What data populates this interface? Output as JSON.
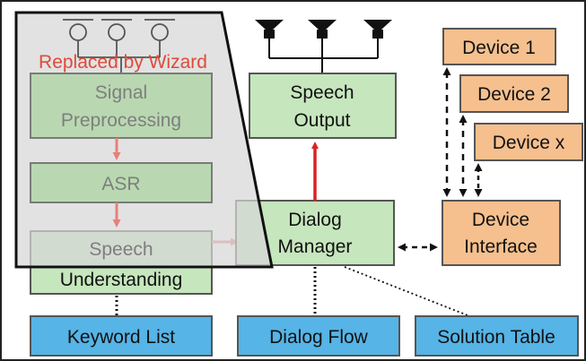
{
  "overlay_label": "Replaced by Wizard",
  "boxes": {
    "signal_preprocessing": [
      "Signal",
      "Preprocessing"
    ],
    "asr": [
      "ASR"
    ],
    "speech_understanding_top": "Speech",
    "speech_understanding_bottom": "Understanding",
    "speech_output": [
      "Speech",
      "Output"
    ],
    "dialog_manager": [
      "Dialog",
      "Manager"
    ],
    "device_interface": [
      "Device",
      "Interface"
    ],
    "device_1": "Device 1",
    "device_2": "Device 2",
    "device_x": "Device x",
    "keyword_list": "Keyword List",
    "dialog_flow": "Dialog Flow",
    "solution_table": "Solution Table"
  },
  "colors": {
    "green_box": "#c6e6bd",
    "orange_box": "#f5c08e",
    "blue_box": "#56b4e6",
    "red_arrow": "#d92323",
    "pink_arrow": "#e8807a",
    "overlay_fill": "#d7d7d7",
    "overlay_text": "#e04a3a"
  },
  "icons": {
    "microphones": "microphone-icon",
    "speakers": "speaker-icon"
  }
}
